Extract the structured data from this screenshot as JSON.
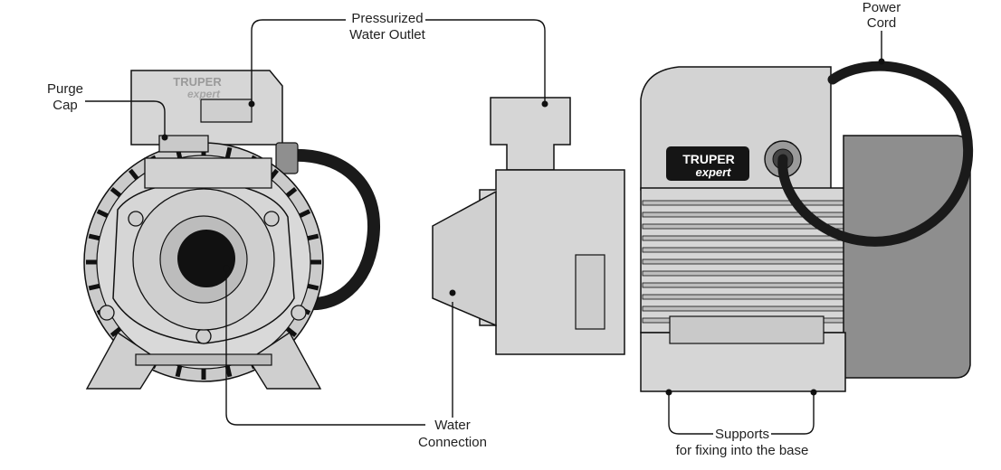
{
  "labels": {
    "pressurized_water_outlet": [
      "Pressurized",
      "Water Outlet"
    ],
    "purge_cap": [
      "Purge",
      "Cap"
    ],
    "power_cord": [
      "Power",
      "Cord"
    ],
    "water_connection": [
      "Water",
      "Connection"
    ],
    "supports": [
      "Supports",
      "for fixing into the base"
    ]
  },
  "logo": {
    "brand": "TRUPER",
    "line": "expert"
  },
  "colors": {
    "body": "#d6d6d6",
    "body_dark": "#bdbdbd",
    "motor_cap": "#8e8e8e",
    "cord": "#1a1a1a",
    "ink": "#111111"
  }
}
